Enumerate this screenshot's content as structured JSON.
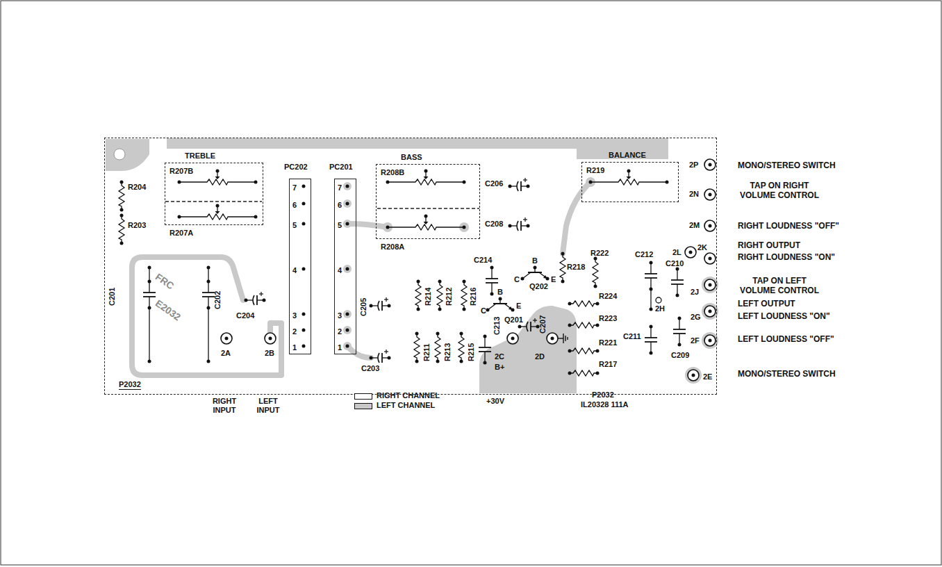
{
  "diagram": {
    "nodes": [
      {
        "text": [
          "P2032"
        ]
      },
      {
        "text": [
          "TREBLE",
          "R207B",
          "R207A"
        ],
        "in": 0
      },
      {
        "text": [
          "PC202",
          "7",
          "6",
          "5",
          "4",
          "3",
          "2",
          "1"
        ],
        "in": 0
      },
      {
        "text": [
          "PC201",
          "7",
          "6",
          "5",
          "4",
          "3",
          "2",
          "1"
        ],
        "in": 0
      },
      {
        "text": [
          "BASS",
          "R208B",
          "R208A"
        ],
        "in": 0
      },
      {
        "text": [
          "BALANCE",
          "R219"
        ],
        "in": 0
      }
    ],
    "labels": [
      "R204",
      "R203",
      "C201",
      "C202",
      "C204",
      "2A",
      "2B",
      "RIGHT INPUT",
      "LEFT INPUT",
      "C205",
      "C203",
      "R214",
      "R212",
      "R216",
      "C214",
      "R211",
      "R213",
      "R215",
      "C213",
      "2C",
      "B+",
      "+30V",
      "2D",
      "C207",
      "C206",
      "C208",
      "B",
      "C",
      "E",
      "Q202",
      "B",
      "C",
      "E",
      "Q201",
      "R218",
      "R222",
      "R224",
      "R223",
      "R221",
      "R217",
      "C212",
      "C211",
      "C210",
      "C209",
      "2P",
      "2N",
      "2M",
      "2L",
      "2K",
      "2J",
      "2H",
      "2G",
      "2F",
      "2E",
      "MONO/STEREO SWITCH",
      "TAP ON RIGHT VOLUME CONTROL",
      "RIGHT LOUDNESS \"OFF\"",
      "RIGHT OUTPUT",
      "RIGHT LOUDNESS \"ON\"",
      "TAP ON LEFT VOLUME CONTROL",
      "LEFT OUTPUT",
      "LEFT LOUDNESS \"ON\"",
      "LEFT LOUDNESS \"OFF\"",
      "MONO/STEREO SWITCH",
      "P2032",
      "IL20328 111A",
      "FRC",
      "E2032"
    ],
    "legend": [
      {
        "text": "RIGHT CHANNEL",
        "color": "#ffffff"
      },
      {
        "text": "LEFT CHANNEL",
        "color": "#c9c9c9"
      }
    ]
  }
}
